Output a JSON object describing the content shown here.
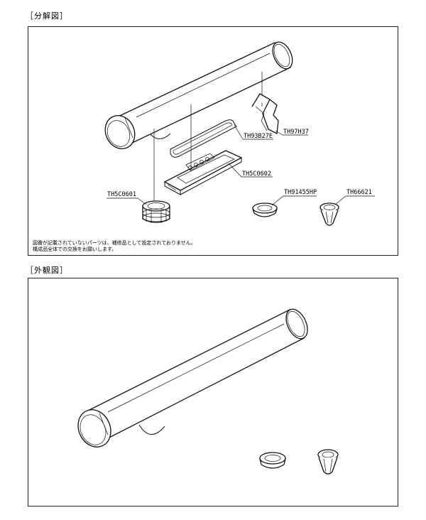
{
  "sections": {
    "exploded_title": "［分解図］",
    "exterior_title": "［外観図］"
  },
  "parts": {
    "th97h37": "TH97H37",
    "th93b27e": "TH93B27E",
    "th5c0602": "TH5C0602",
    "th5c0601": "TH5C0601",
    "th91455hp": "TH91455HP",
    "th66621": "TH66621"
  },
  "notes": {
    "line1": "図番が記載されていないパーツは、補修品として設定されておりません。",
    "line2": "構成品全体での交換をお願いします。"
  }
}
